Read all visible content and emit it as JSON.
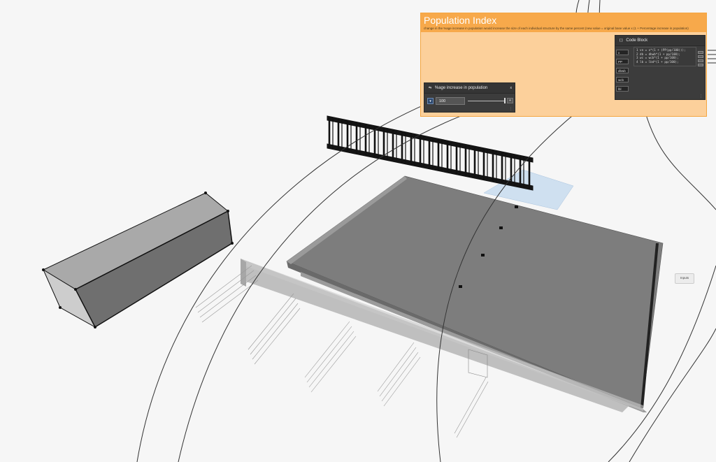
{
  "group": {
    "title": "Population Index",
    "description": "change in the %age increase in population would increase the size of each individual structure by the  same percent (new value = original base value x (1 + Percentage increase in population)"
  },
  "code_block": {
    "title": "Code Block",
    "inputs": [
      "x",
      "PP",
      "dbwb",
      "wcb",
      "lbl"
    ],
    "lines": [
      "1 vn = x*(1 + (PP(pp/100)));",
      "2 db = dbwb*(1 + pp/100);",
      "3 wc = wcb*(1 + pp/100);",
      "4 lb = lbd*(1 + pp/100);"
    ]
  },
  "slider_node": {
    "title": "%age increase in population",
    "value": "100",
    "plus_label": "+",
    "close_label": "x"
  },
  "canvas": {
    "inputs_label": "Inputs"
  },
  "colors": {
    "group_fill": "#fcd09b",
    "group_header": "#f7a94b",
    "node_fill": "#3c3c3c"
  }
}
